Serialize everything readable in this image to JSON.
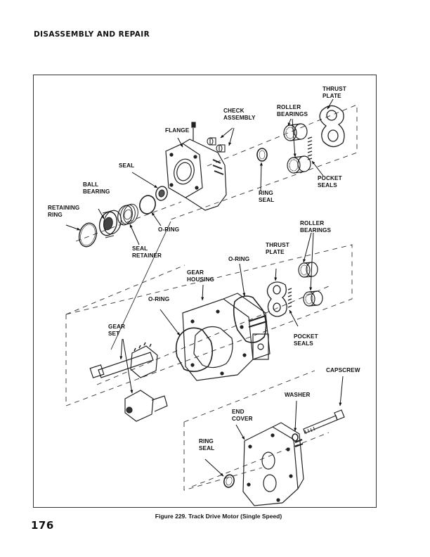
{
  "page": {
    "section_heading": "DISASSEMBLY AND REPAIR",
    "page_number": "176"
  },
  "figure": {
    "caption": "Figure 229. Track Drive Motor (Single Speed)",
    "groups": [
      {
        "name": "flange-group",
        "callouts": {
          "thrust_plate": "THRUST\nPLATE",
          "roller_bearings": "ROLLER\nBEARINGS",
          "check_assembly": "CHECK\nASSEMBLY",
          "flange": "FLANGE",
          "seal": "SEAL",
          "ball_bearing": "BALL\nBEARING",
          "retaining_ring": "RETAINING\nRING",
          "o_ring": "O-RING",
          "seal_retainer": "SEAL\nRETAINER",
          "ring_seal": "RING\nSEAL",
          "pocket_seals": "POCKET\nSEALS"
        }
      },
      {
        "name": "gear-housing-group",
        "callouts": {
          "roller_bearings": "ROLLER\nBEARINGS",
          "thrust_plate": "THRUST\nPLATE",
          "o_ring_right": "O-RING",
          "gear_housing": "GEAR\nHOUSING",
          "o_ring_left": "O-RING",
          "gear_set": "GEAR\nSET",
          "pocket_seals": "POCKET\nSEALS"
        }
      },
      {
        "name": "end-cover-group",
        "callouts": {
          "capscrew": "CAPSCREW",
          "washer": "WASHER",
          "end_cover": "END\nCOVER",
          "ring_seal": "RING\nSEAL"
        }
      }
    ]
  }
}
